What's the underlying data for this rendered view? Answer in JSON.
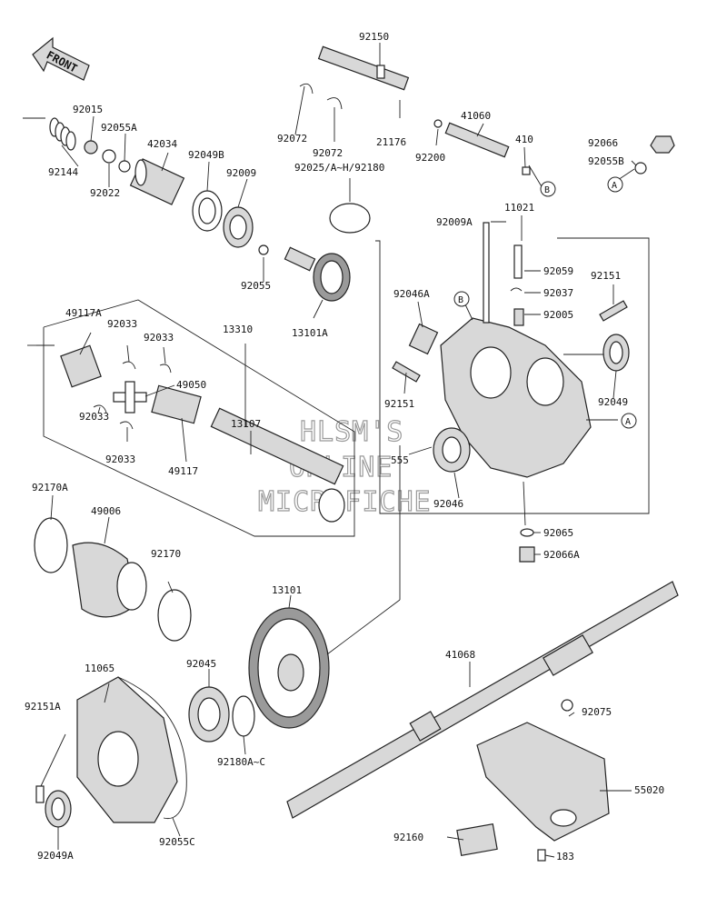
{
  "direction_tag": "FRONT",
  "watermark": [
    "HLSM'S",
    "ONLINE",
    "MICROFICHE"
  ],
  "part_labels": {
    "p92150": "92150",
    "p92015": "92015",
    "p92055A": "92055A",
    "p42034": "42034",
    "p92049B": "92049B",
    "p92009": "92009",
    "p92144": "92144",
    "p92022": "92022",
    "p92072a": "92072",
    "p92072b": "92072",
    "p21176": "21176",
    "p92025": "92025/A~H/92180",
    "p41060": "41060",
    "p410": "410",
    "p92200": "92200",
    "p92066": "92066",
    "p92055B": "92055B",
    "p92009A": "92009A",
    "p11021": "11021",
    "p92059": "92059",
    "p92151a": "92151",
    "p92037": "92037",
    "p92005": "92005",
    "p92055": "92055",
    "p13101A": "13101A",
    "p92046A": "92046A",
    "p49117A": "49117A",
    "p92033a": "92033",
    "p92033b": "92033",
    "p13310": "13310",
    "p49050": "49050",
    "p92151b": "92151",
    "p92049": "92049",
    "p13107": "13107",
    "p92033c": "92033",
    "p92033d": "92033",
    "p49117": "49117",
    "p555": "555",
    "p92046": "92046",
    "p92170A": "92170A",
    "p49006": "49006",
    "p92065": "92065",
    "p92066A": "92066A",
    "p92170": "92170",
    "p13101": "13101",
    "p41068": "41068",
    "p11065": "11065",
    "p92045": "92045",
    "p92151A": "92151A",
    "p92075": "92075",
    "p55020": "55020",
    "p92180A": "92180A~C",
    "p92049A": "92049A",
    "p92055C": "92055C",
    "p92160": "92160",
    "p183": "183"
  },
  "callouts": {
    "b1": "B",
    "a1": "A",
    "b2": "B",
    "a2": "A"
  }
}
